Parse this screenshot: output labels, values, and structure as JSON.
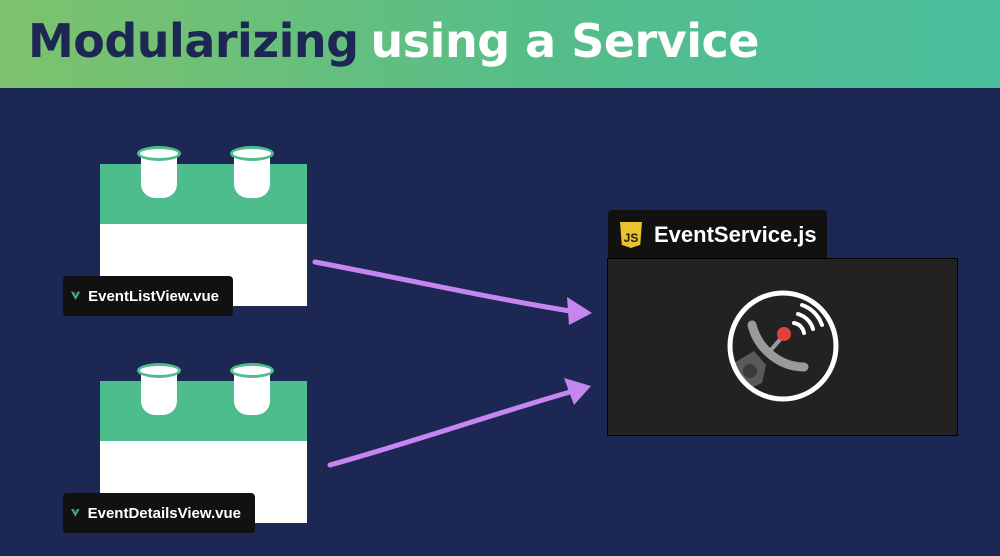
{
  "title": {
    "part1": "Modularizing",
    "part2": "using a Service"
  },
  "components": [
    {
      "label": "EventListView.vue",
      "icon": "vue-logo-icon"
    },
    {
      "label": "EventDetailsView.vue",
      "icon": "vue-logo-icon"
    }
  ],
  "service": {
    "label": "EventService.js",
    "badge": "JS",
    "icon": "satellite-dish-icon"
  },
  "colors": {
    "background": "#1c2754",
    "header_gradient_start": "#7dc26c",
    "header_gradient_end": "#49bd9c",
    "block_green": "#4dbd8d",
    "arrow": "#c586f2",
    "js_yellow": "#e8c22f"
  }
}
